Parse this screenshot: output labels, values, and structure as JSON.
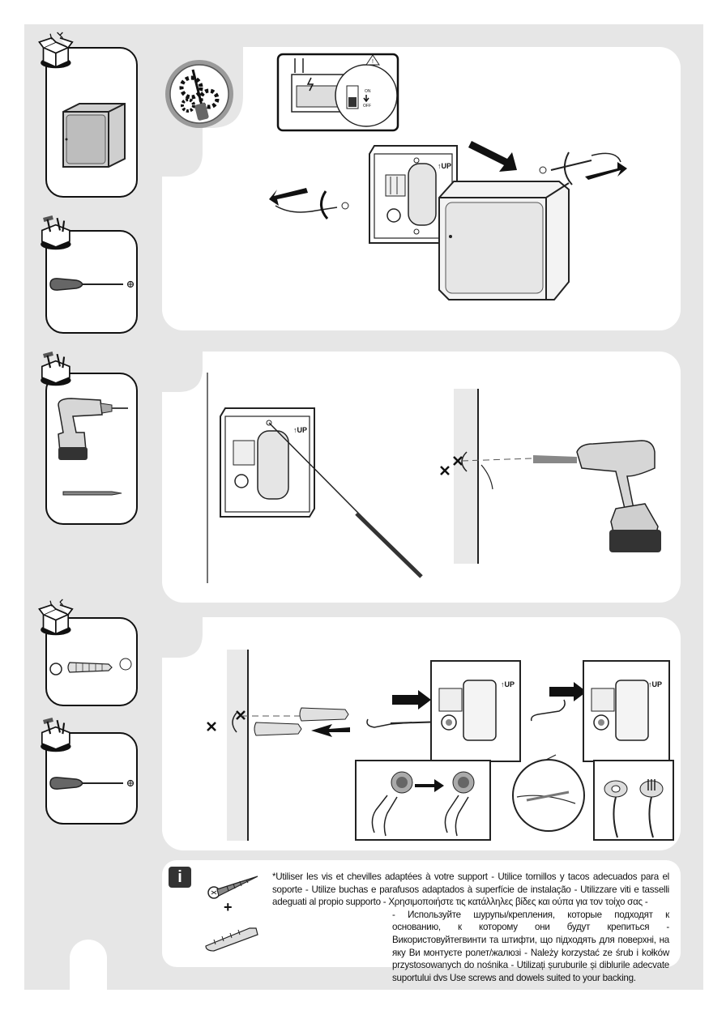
{
  "steps": [
    {
      "id": 1,
      "plate_label": "↑UP",
      "breaker": {
        "on": "ON",
        "off": "OFF"
      }
    },
    {
      "id": 2,
      "plate_label": "↑UP"
    },
    {
      "id": 3,
      "plate_label_a": "↑UP",
      "plate_label_b": "↑UP"
    }
  ],
  "info": {
    "badge": "i",
    "plus": "+",
    "line1": "*Utiliser les vis et chevilles adaptées à votre support - Utilice tornillos y tacos adecuados para el soporte - Utilize buchas e parafusos adaptados à superfície de instalação - Utilizzare viti e tasselli adeguati al propio supporto - Χρησιμοποιήστε τις κατάλληλες βίδες και ούπα για τον τοίχο σας -",
    "line2": "- Используйте шурупы/крепления, которые подходят к основанию, к которому они будут крепиться - Використовуйтегвинти та штифти, що підходять для поверхні, на яку Ви монтуєте ролет/жалюзі - Należy korzystać ze śrub i kołków przystosowanych do nośnika - Utilizați șuruburile și diblurile adecvate suportului dvs  Use screws and dowels suited to your backing."
  },
  "icons": {
    "unbox": "open-box-icon",
    "toolbox": "toolbox-icon",
    "tools": "gear-screwdriver-icon",
    "screwdriver": "phillips-screwdriver-icon",
    "drill": "cordless-drill-icon",
    "pencil": "pencil-icon",
    "dowel": "wall-plug-icon",
    "screw": "screw-icon"
  },
  "colors": {
    "background": "#e6e6e6",
    "panel": "#ffffff",
    "ink": "#111111"
  }
}
